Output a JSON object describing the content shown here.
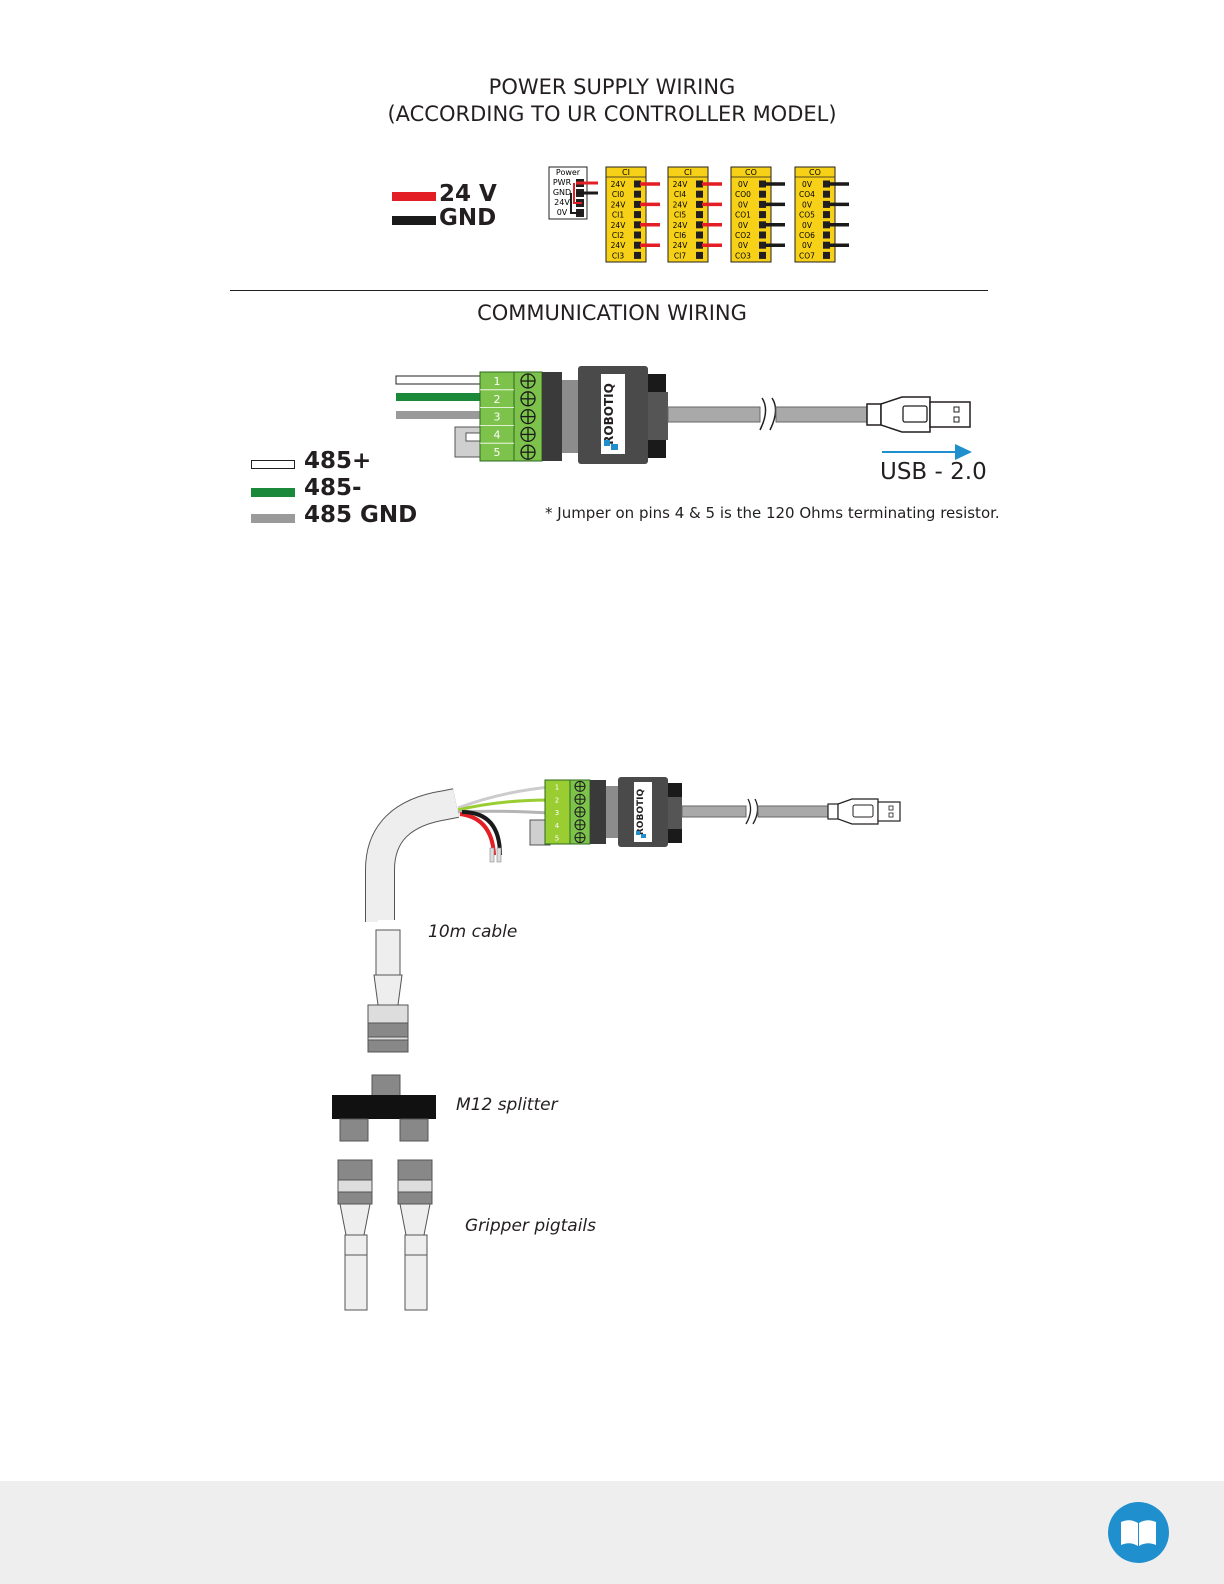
{
  "power": {
    "title_line1": "POWER SUPPLY WIRING",
    "title_line2": "(ACCORDING TO UR CONTROLLER MODEL)",
    "legend": [
      "24 V",
      "GND"
    ],
    "power_block": {
      "header": "Power",
      "rows": [
        "PWR",
        "GND",
        "24V",
        "0V"
      ]
    },
    "terminal_blocks": [
      {
        "header": "CI",
        "rows": [
          "24V",
          "CI0",
          "24V",
          "CI1",
          "24V",
          "CI2",
          "24V",
          "CI3"
        ]
      },
      {
        "header": "CI",
        "rows": [
          "24V",
          "CI4",
          "24V",
          "CI5",
          "24V",
          "CI6",
          "24V",
          "CI7"
        ]
      },
      {
        "header": "CO",
        "rows": [
          "0V",
          "CO0",
          "0V",
          "CO1",
          "0V",
          "CO2",
          "0V",
          "CO3"
        ]
      },
      {
        "header": "CO",
        "rows": [
          "0V",
          "CO4",
          "0V",
          "CO5",
          "0V",
          "CO6",
          "0V",
          "CO7"
        ]
      }
    ]
  },
  "communication": {
    "title": "COMMUNICATION  WIRING",
    "pins": [
      "1",
      "2",
      "3",
      "4",
      "5"
    ],
    "brand": "ROBOTIQ",
    "usb_label": "USB - 2.0",
    "legend": [
      "485+",
      "485-",
      "485 GND"
    ],
    "note": "* Jumper on pins 4 & 5 is the 120 Ohms terminating resistor."
  },
  "assembly": {
    "brand": "ROBOTIQ",
    "pins": [
      "1",
      "2",
      "3",
      "4",
      "5"
    ],
    "cable_label": "10m cable",
    "splitter_label": "M12 splitter",
    "pigtails_label": "Gripper pigtails"
  },
  "colors": {
    "red": "#e31e24",
    "black": "#1a1a1a",
    "green": "#1a8a3a",
    "gray": "#9a9a9a",
    "yellow": "#f7d117",
    "terminal_green": "#7dc24b",
    "footer_bg": "#eeeeee",
    "logo_blue": "#1f8fcd"
  },
  "footer": {
    "icon": "book-icon"
  }
}
